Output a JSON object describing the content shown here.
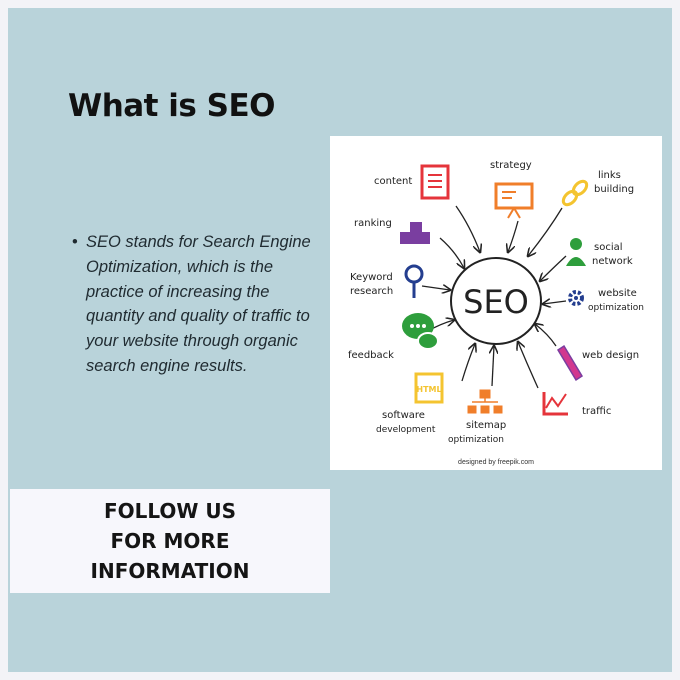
{
  "title": "What is SEO",
  "bullet_text": "SEO stands for Search Engine Optimization, which is the practice of increasing the quantity and quality of traffic to your website through organic search engine results.",
  "follow": {
    "line1": "FOLLOW US",
    "line2": "FOR MORE",
    "line3": "INFORMATION"
  },
  "diagram": {
    "center": "SEO",
    "labels": {
      "content": "content",
      "strategy": "strategy",
      "links_1": "links",
      "links_2": "building",
      "ranking": "ranking",
      "social_1": "social",
      "social_2": "network",
      "keyword_1": "Keyword",
      "keyword_2": "research",
      "website_1": "website",
      "website_2": "optimization",
      "feedback": "feedback",
      "web_design": "web design",
      "software_1": "software",
      "software_2": "development",
      "sitemap_1": "sitemap",
      "sitemap_2": "optimization",
      "traffic": "traffic",
      "html": "HTML"
    },
    "credit": "designed by  freepik.com",
    "colors": {
      "red": "#e5343b",
      "orange": "#f07e2a",
      "yellow": "#f4c430",
      "purple": "#7a3ea0",
      "green": "#2e9e3c",
      "navy": "#243e8f",
      "pink": "#d2378f",
      "blue": "#2b6cb0"
    }
  }
}
